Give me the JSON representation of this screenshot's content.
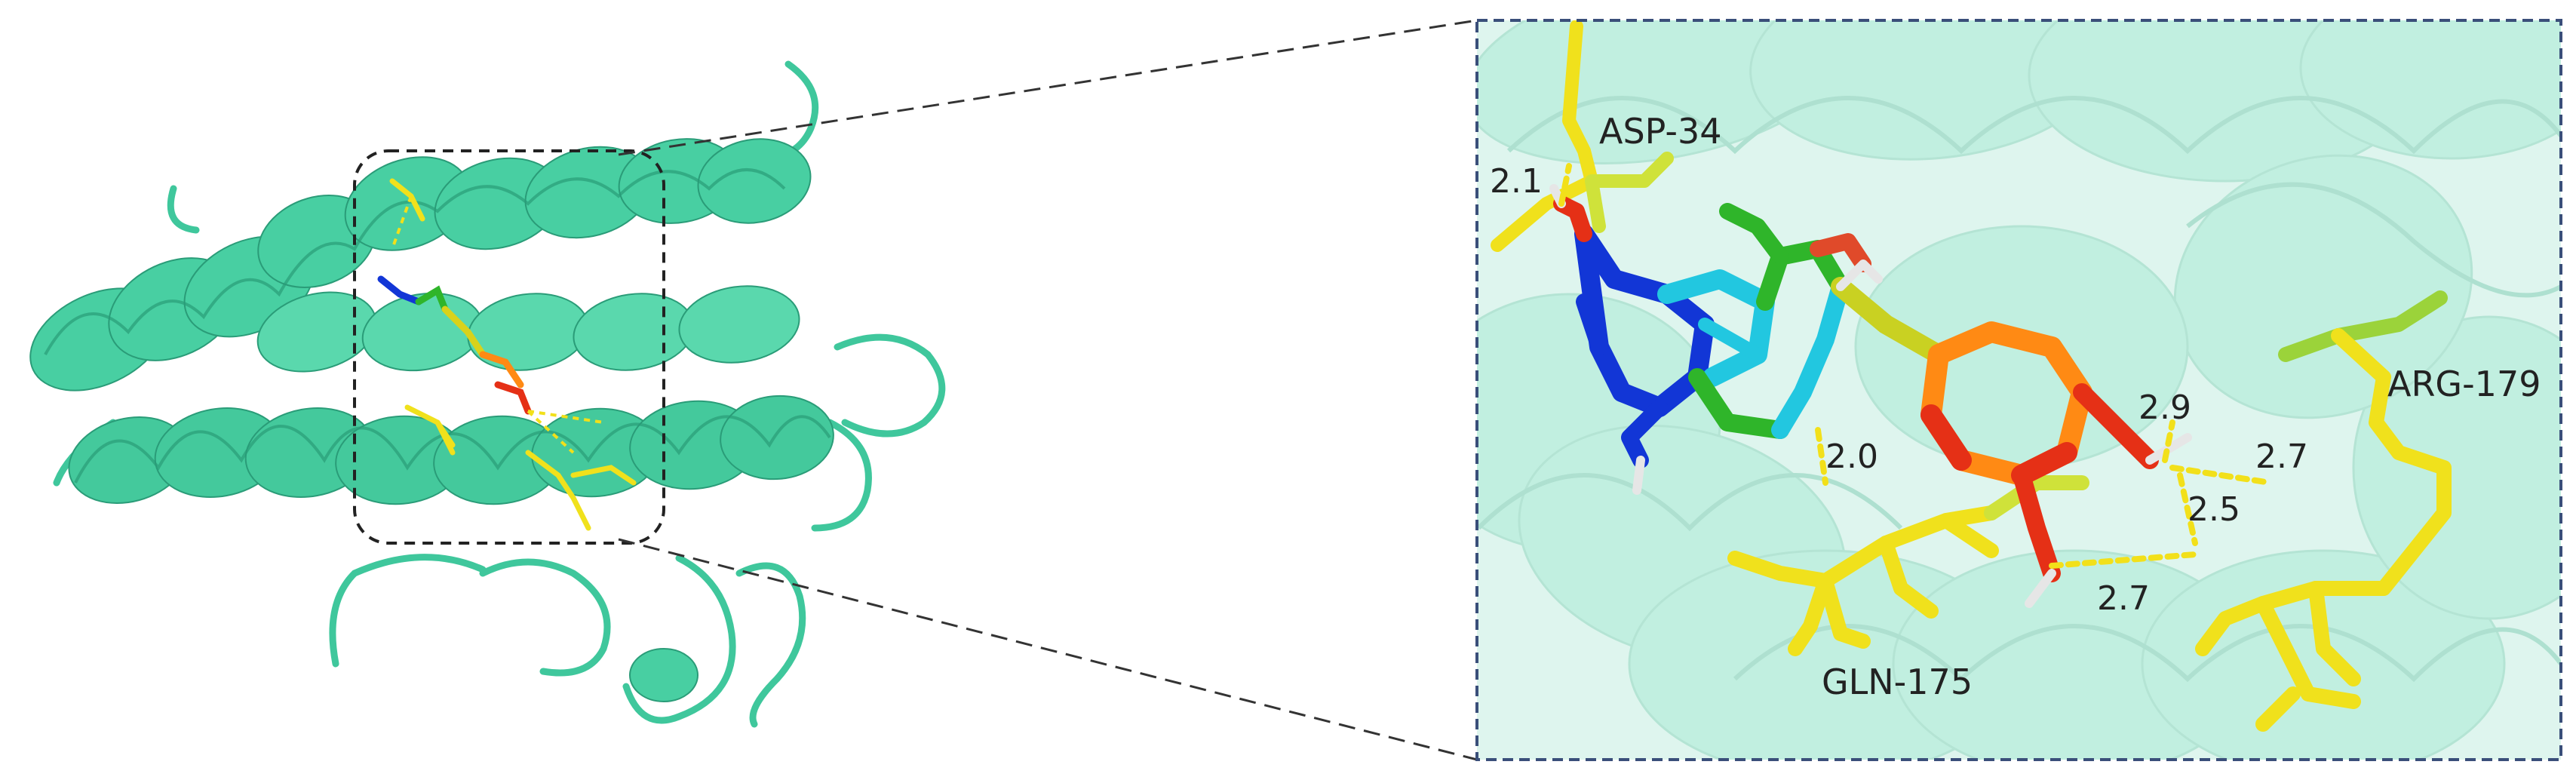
{
  "figure": {
    "labels": {
      "asp": "ASP-34",
      "arg": "ARG-179",
      "gln": "GLN-175"
    },
    "distances": {
      "d_asp": "2.1",
      "d_n": "2.0",
      "d_29": "2.9",
      "d_27a": "2.7",
      "d_25": "2.5",
      "d_27b": "2.7"
    },
    "colors": {
      "protein": "#4fd1a8",
      "protein_dark": "#2e9e7c",
      "zoom_bg": "#c9efe3",
      "residue": "#f0e11c",
      "hbond": "#f2e01a",
      "zoom_border": "#3a4f7a",
      "callout_line": "#333333",
      "ligand_blue": "#1236d6",
      "ligand_cyan": "#22c7e0",
      "ligand_green": "#2fb52a",
      "ligand_orange": "#ff8a14",
      "ligand_red": "#e53016",
      "text": "#222222"
    }
  }
}
